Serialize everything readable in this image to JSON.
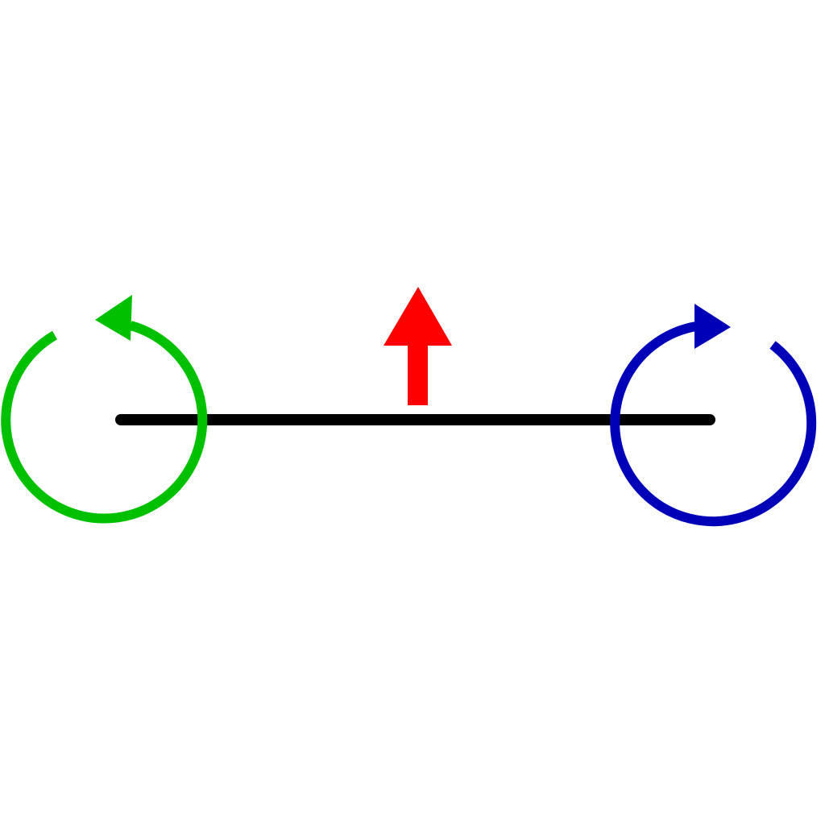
{
  "diagram": {
    "background": "#ffffff",
    "elements": [
      {
        "id": "bar",
        "kind": "horizontal-line",
        "color": "#000000"
      },
      {
        "id": "left-rotation",
        "kind": "circular-arrow",
        "direction": "counterclockwise",
        "color": "#00c000"
      },
      {
        "id": "center-force",
        "kind": "straight-arrow",
        "direction": "up",
        "color": "#ff0000"
      },
      {
        "id": "right-rotation",
        "kind": "circular-arrow",
        "direction": "clockwise",
        "color": "#0000b8"
      }
    ]
  }
}
